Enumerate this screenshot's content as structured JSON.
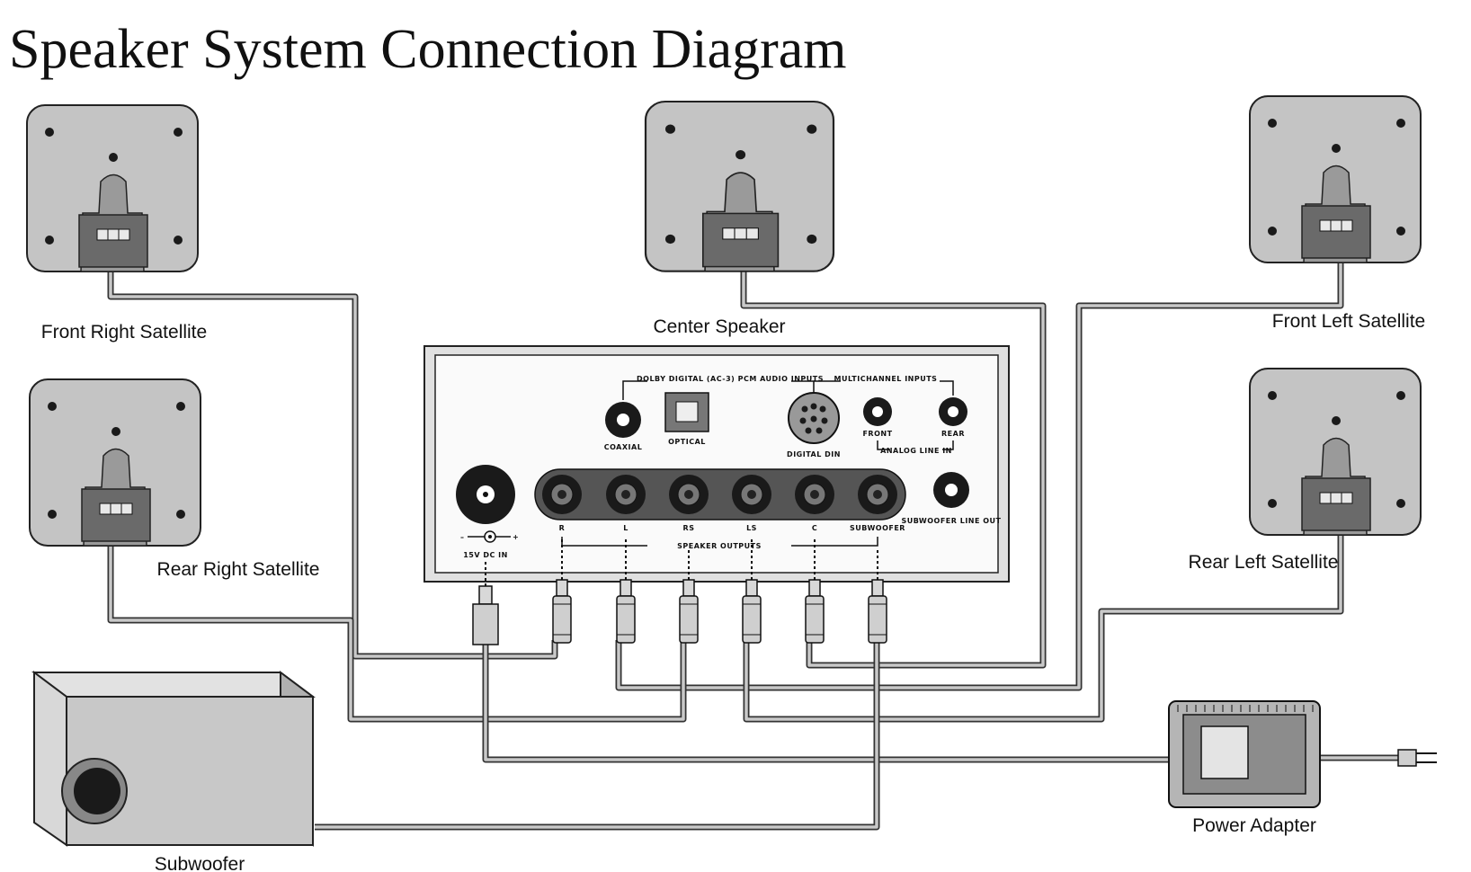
{
  "title": "Speaker System Connection Diagram",
  "speakers": {
    "front_right": "Front Right Satellite",
    "center": "Center Speaker",
    "front_left": "Front Left Satellite",
    "rear_right": "Rear Right Satellite",
    "rear_left": "Rear Left Satellite",
    "subwoofer": "Subwoofer",
    "power_adapter": "Power Adapter"
  },
  "panel": {
    "dolby_group": "DOLBY DIGITAL (AC-3) PCM AUDIO INPUTS",
    "multichannel_group": "MULTICHANNEL INPUTS",
    "coaxial": "COAXIAL",
    "optical": "OPTICAL",
    "digital_din": "DIGITAL DIN",
    "front": "FRONT",
    "rear": "REAR",
    "analog_line_in": "ANALOG LINE IN",
    "dc_in": "15V DC IN",
    "minus": "–",
    "plus": "+",
    "out_r": "R",
    "out_l": "L",
    "out_rs": "RS",
    "out_ls": "LS",
    "out_c": "C",
    "out_sub": "SUBWOOFER",
    "sub_line_out": "SUBWOOFER LINE OUT",
    "speaker_outputs": "SPEAKER OUTPUTS"
  },
  "icons": [
    "speaker-cabinet",
    "rca-plug",
    "dc-plug",
    "power-brick",
    "wall-plug"
  ]
}
